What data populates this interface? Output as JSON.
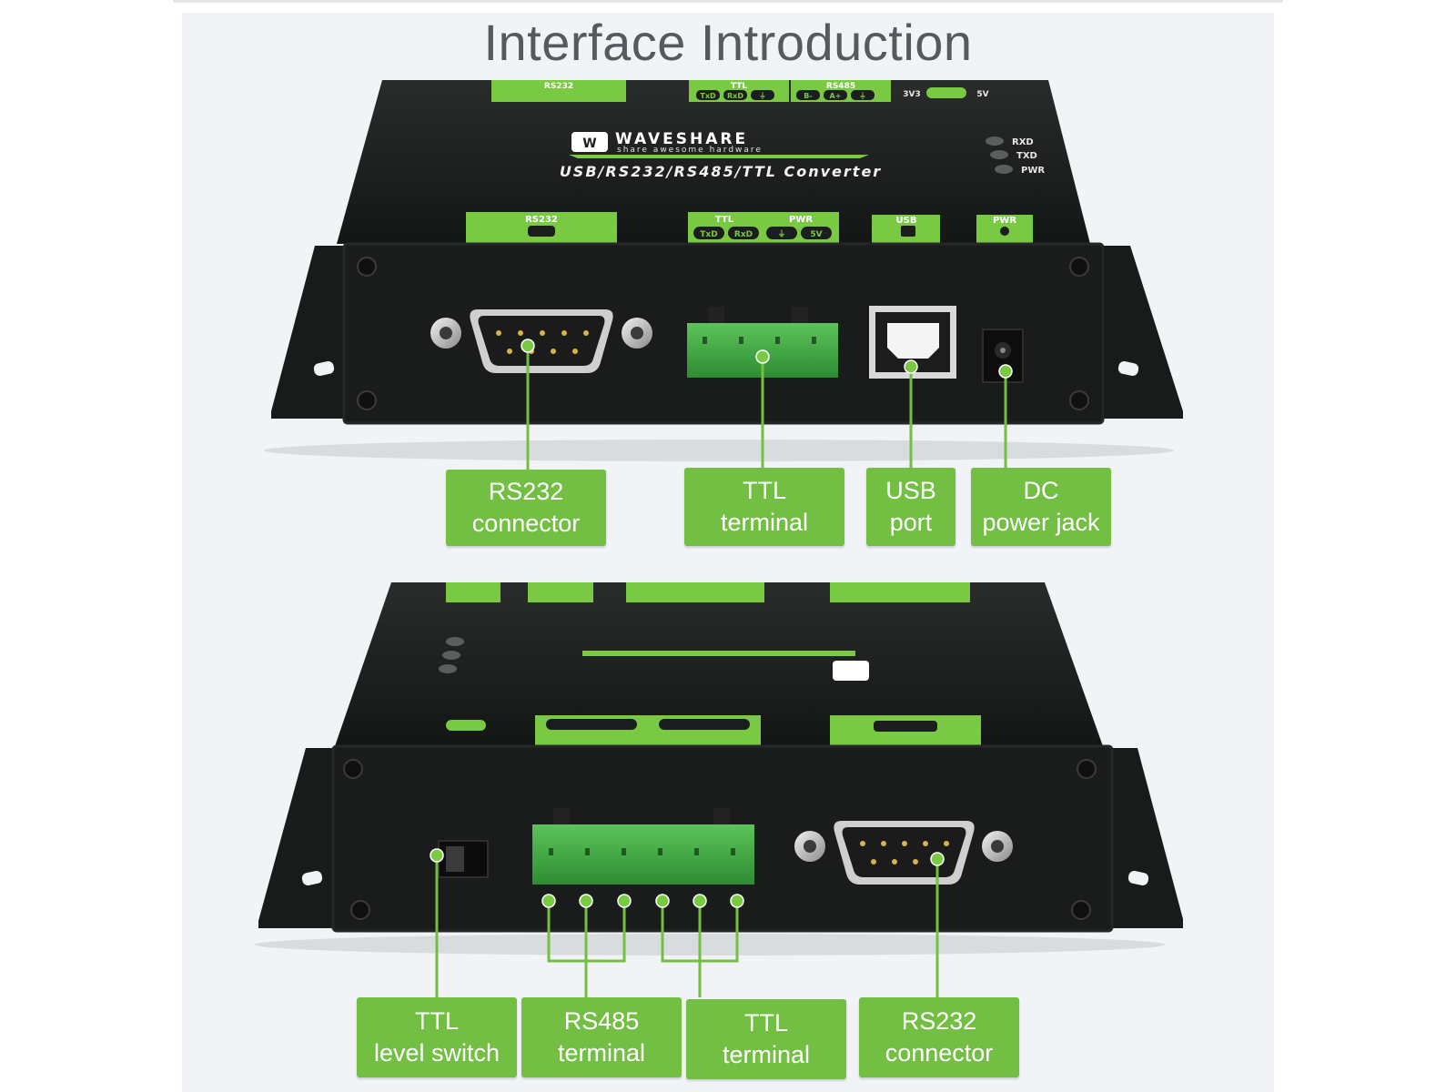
{
  "title": "Interface Introduction",
  "device": {
    "brand": "WAVESHARE",
    "slogan": "share awesome hardware",
    "model": "USB/RS232/RS485/TTL Converter",
    "leds": [
      "RXD",
      "TXD",
      "PWR"
    ],
    "top_tabs_back": [
      "RS232",
      "TTL",
      "RS485"
    ],
    "top_pins_back": [
      "TxD",
      "RxD",
      "⏚",
      "B-",
      "A+",
      "⏚"
    ],
    "switch_labels": [
      "3V3",
      "5V"
    ],
    "front_tabs": [
      "RS232",
      "TTL",
      "PWR",
      "USB",
      "PWR"
    ],
    "front_pins": [
      "TxD",
      "RxD",
      "⏚",
      "5V"
    ]
  },
  "callouts_top": [
    {
      "line1": "RS232",
      "line2": "connector"
    },
    {
      "line1": "TTL",
      "line2": "terminal"
    },
    {
      "line1": "USB",
      "line2": "port"
    },
    {
      "line1": "DC",
      "line2": "power jack"
    }
  ],
  "callouts_bottom": [
    {
      "line1": "TTL",
      "line2": "level switch"
    },
    {
      "line1": "RS485",
      "line2": "terminal"
    },
    {
      "line1": "TTL",
      "line2": "terminal"
    },
    {
      "line1": "RS232",
      "line2": "connector"
    }
  ],
  "colors": {
    "accent": "#72bf44",
    "device_body": "#1c1e1d",
    "terminal_green": "#3fa843",
    "title": "#545a5f"
  }
}
